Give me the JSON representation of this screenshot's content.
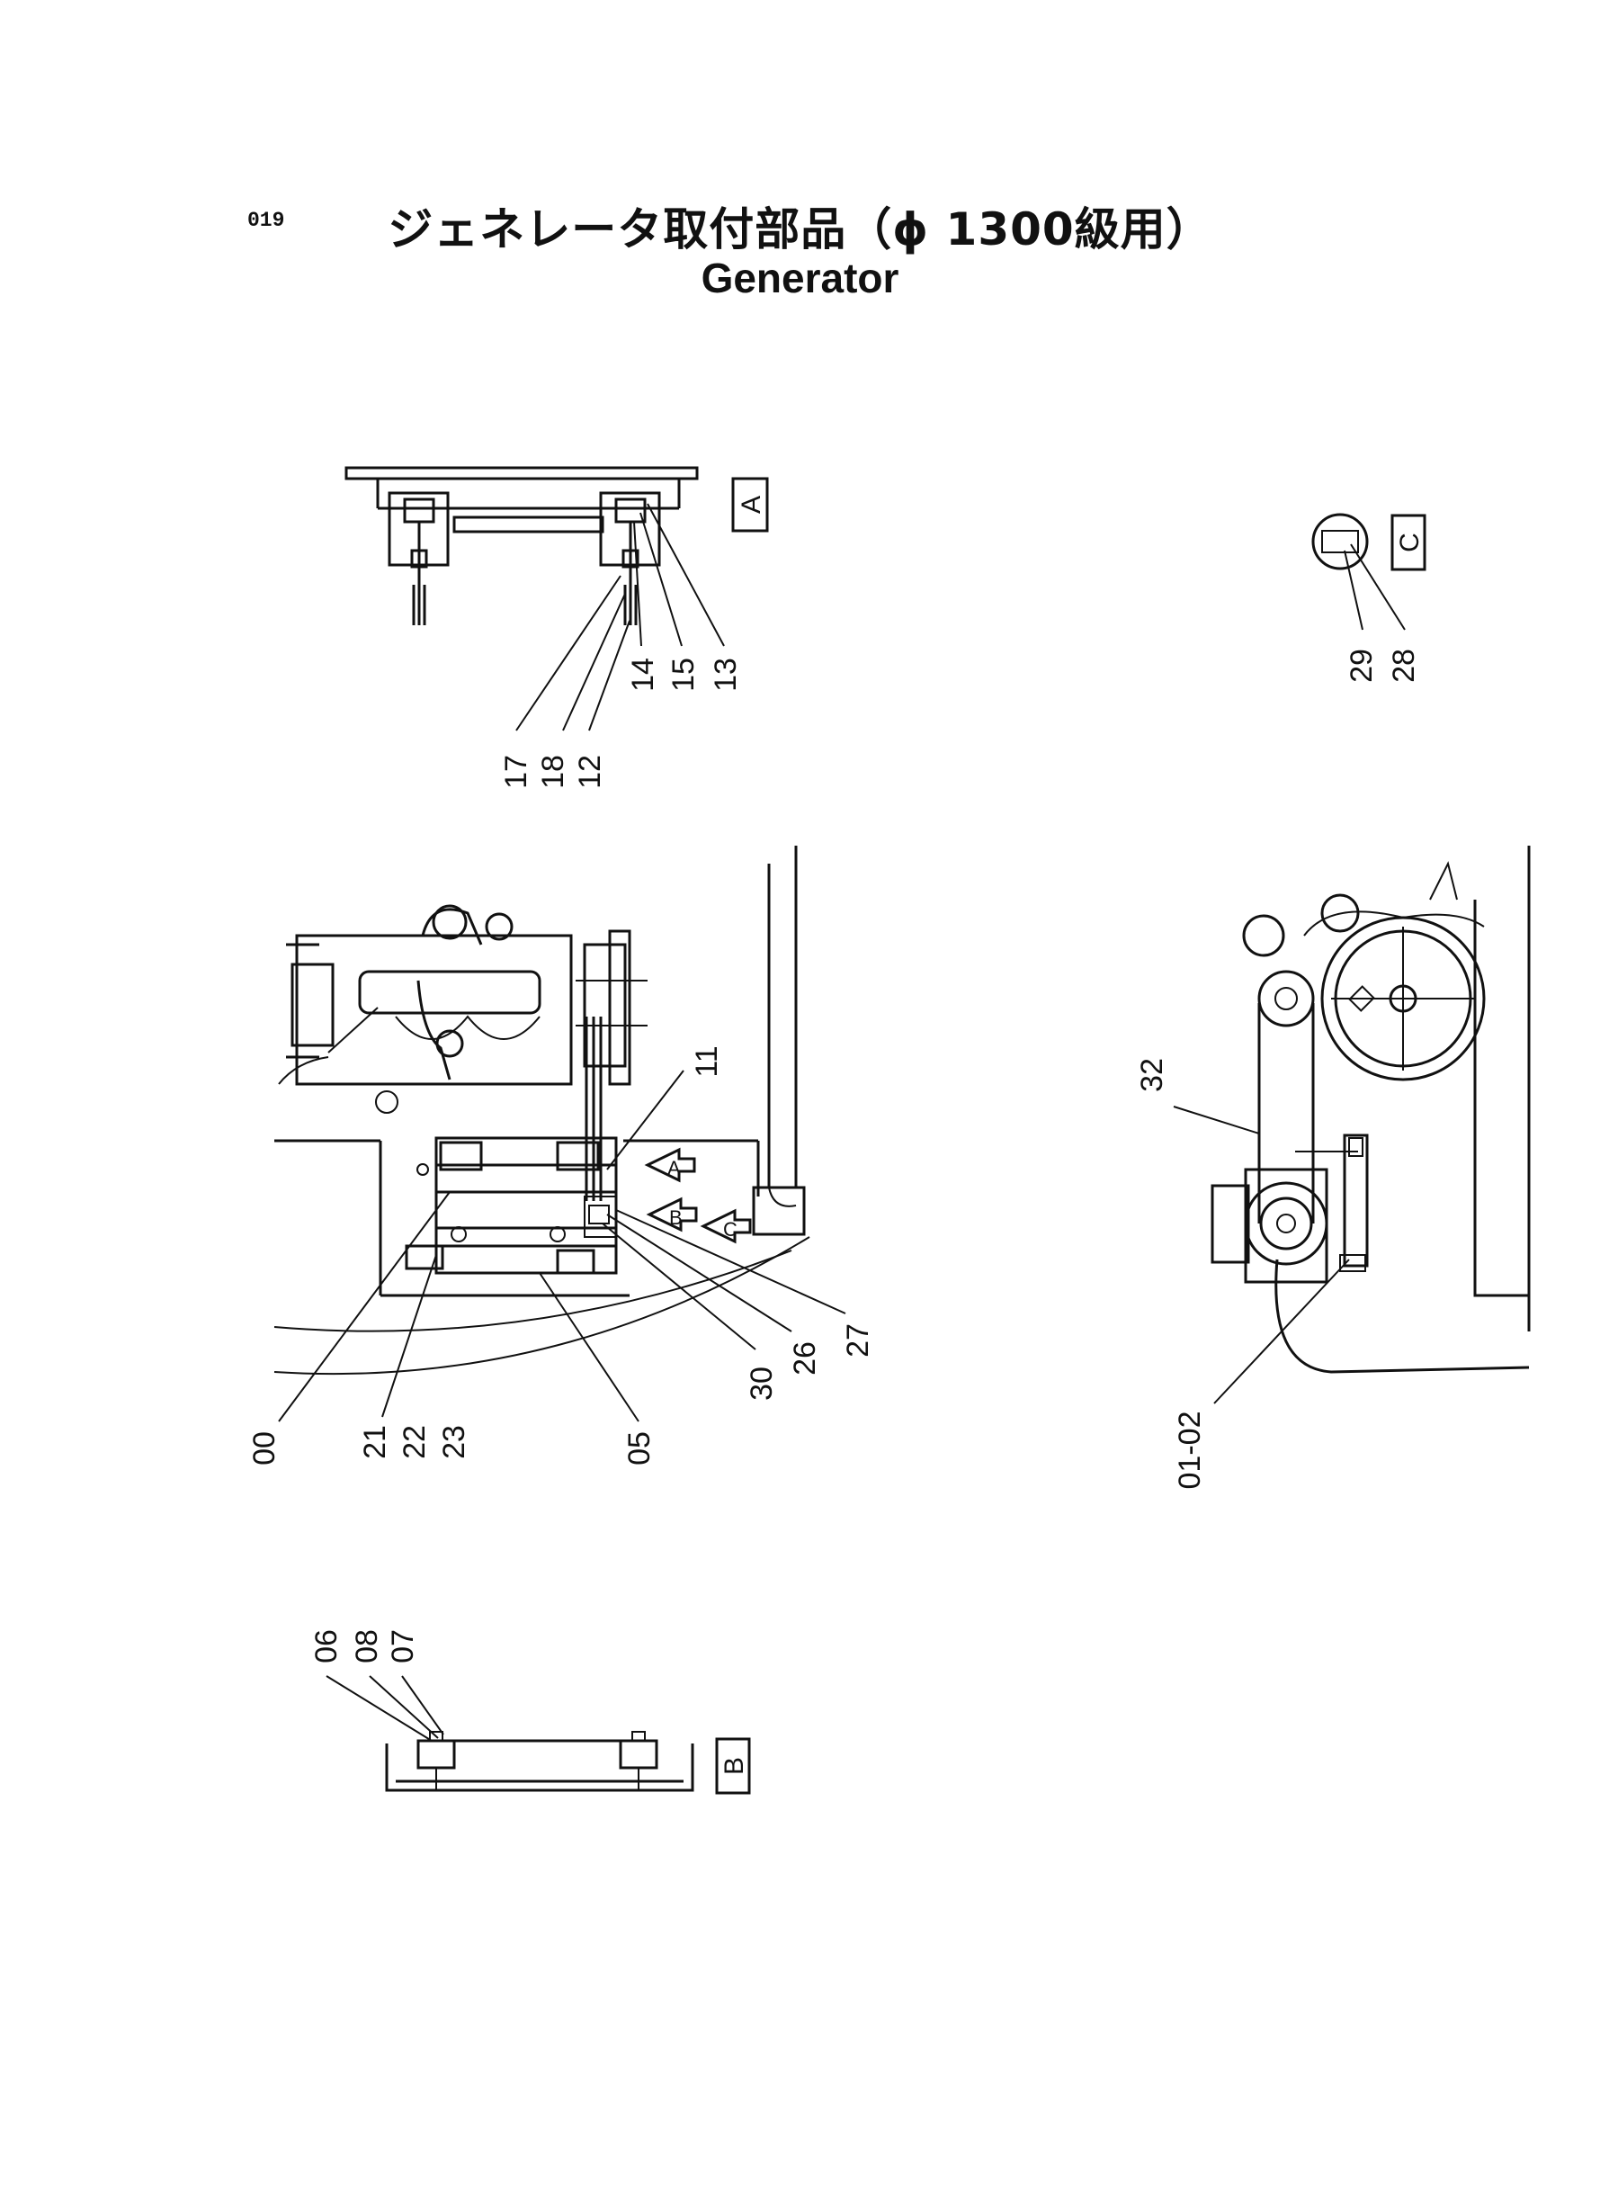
{
  "header": {
    "page_number": "019",
    "title_jp": "ジェネレータ取付部品（ϕ 1300級用）",
    "title_en": "Generator"
  },
  "views": {
    "A": "A",
    "B": "B",
    "C": "C"
  },
  "labels": {
    "view_a": [
      "17",
      "18",
      "12",
      "14",
      "15",
      "13"
    ],
    "view_c": [
      "29",
      "28"
    ],
    "main": [
      "11",
      "00",
      "21",
      "22",
      "23",
      "05",
      "30",
      "26",
      "27"
    ],
    "side": [
      "32",
      "01-02"
    ],
    "view_b": [
      "06",
      "08",
      "07"
    ]
  },
  "arrows": [
    "A",
    "B",
    "C"
  ]
}
